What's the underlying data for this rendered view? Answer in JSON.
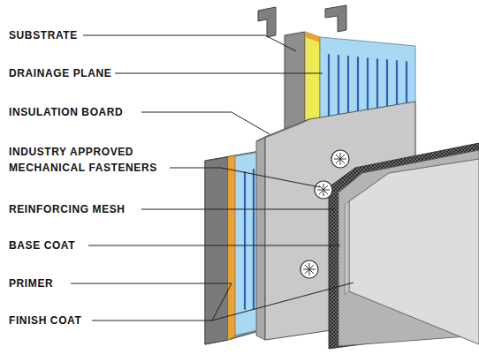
{
  "diagram": {
    "labels": [
      "SUBSTRATE",
      "DRAINAGE PLANE",
      "INSULATION BOARD",
      "INDUSTRY APPROVED MECHANICAL FASTENERS",
      "REINFORCING MESH",
      "BASE COAT",
      "PRIMER",
      "FINISH COAT"
    ]
  }
}
